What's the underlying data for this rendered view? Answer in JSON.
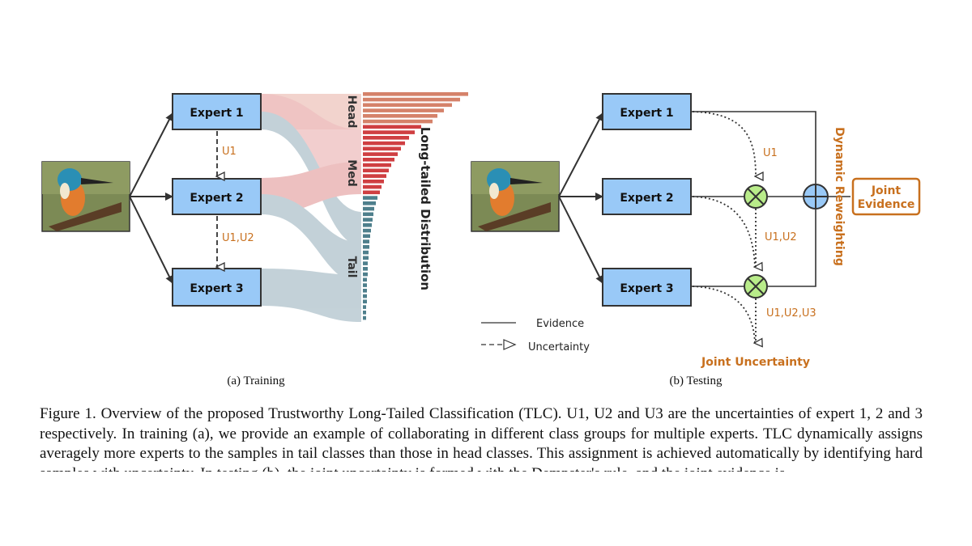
{
  "panel_a": {
    "experts": [
      "Expert 1",
      "Expert 2",
      "Expert 3"
    ],
    "uncertainty_labels": [
      "U1",
      "U1,U2"
    ],
    "groups": [
      "Head",
      "Med",
      "Tail"
    ],
    "distribution_label": "Long-tailed Distribution",
    "subcaption": "(a) Training"
  },
  "panel_b": {
    "experts": [
      "Expert 1",
      "Expert 2",
      "Expert 3"
    ],
    "uncertainty_labels": [
      "U1",
      "U1,U2",
      "U1,U2,U3"
    ],
    "reweighting_label": "Dynamic Reweighting",
    "joint_evidence_lines": [
      "Joint",
      "Evidence"
    ],
    "joint_uncertainty": "Joint Uncertainty",
    "subcaption": "(b) Testing"
  },
  "legend": {
    "evidence": "Evidence",
    "uncertainty": "Uncertainty"
  },
  "caption": "Figure 1. Overview of the proposed Trustworthy Long-Tailed Classification (TLC). U1, U2 and U3 are the uncertainties of expert 1, 2 and 3 respectively.  In training (a), we provide an example of collaborating in different class groups for multiple experts.  TLC dynamically assigns averagely more experts to the samples in tail classes than those in head classes.  This assignment is achieved automatically by identifying hard samples with uncertainty. In testing (b), the joint uncertainty is formed with the Dempster's rule, and the joint evidence is",
  "colors": {
    "expert_fill": "#99c9f7",
    "head": "#d5826a",
    "med": "#cf3f42",
    "tail": "#4e7f8c",
    "accent": "#c8701e",
    "fuse_fill": "#b9ec8a"
  },
  "distribution": {
    "head_values": [
      130,
      120,
      110,
      100,
      92,
      86
    ],
    "med_values": [
      72,
      64,
      57,
      52,
      47,
      43,
      39,
      35,
      32,
      29,
      26,
      23,
      21
    ],
    "tail_values": [
      18,
      16,
      14,
      13,
      12,
      11,
      10,
      9,
      8,
      8,
      7,
      7,
      6,
      6,
      6,
      5,
      5,
      5,
      5,
      5,
      4,
      4,
      4
    ]
  }
}
